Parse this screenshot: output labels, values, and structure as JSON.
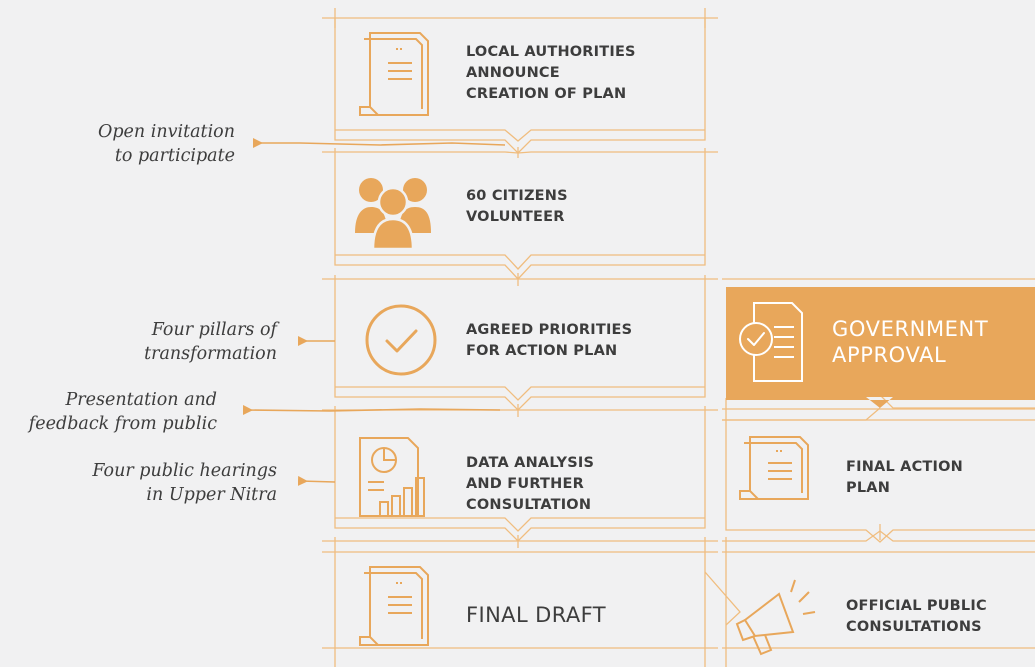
{
  "colors": {
    "background": "#f1f1f2",
    "accent": "#e8a75b",
    "line": "#f0bd7f",
    "text": "#3d3d3d",
    "highlight_text": "#ffffff"
  },
  "steps": {
    "announce": {
      "label": "LOCAL AUTHORITIES\nANNOUNCE\nCREATION OF PLAN",
      "icon": "document-icon"
    },
    "volunteer": {
      "label": "60 CITIZENS\nVOLUNTEER",
      "icon": "people-group-icon"
    },
    "priorities": {
      "label": "AGREED PRIORITIES\nFOR ACTION PLAN",
      "icon": "checkmark-circle-icon"
    },
    "analysis": {
      "label": "DATA ANALYSIS\nAND FURTHER\nCONSULTATION",
      "icon": "report-chart-icon"
    },
    "final_draft": {
      "label": "FINAL DRAFT",
      "icon": "document-icon"
    },
    "public_consultations": {
      "label": "OFFICIAL PUBLIC\nCONSULTATIONS",
      "icon": "megaphone-icon"
    },
    "final_action_plan": {
      "label": "FINAL ACTION\nPLAN",
      "icon": "document-icon"
    },
    "government_approval": {
      "label": "GOVERNMENT\nAPPROVAL",
      "icon": "approved-document-icon"
    }
  },
  "side_notes": {
    "invitation": "Open invitation\nto participate",
    "pillars": "Four pillars of\ntransformation",
    "presentation": "Presentation and\nfeedback from public",
    "hearings": "Four public hearings\nin Upper Nitra"
  }
}
